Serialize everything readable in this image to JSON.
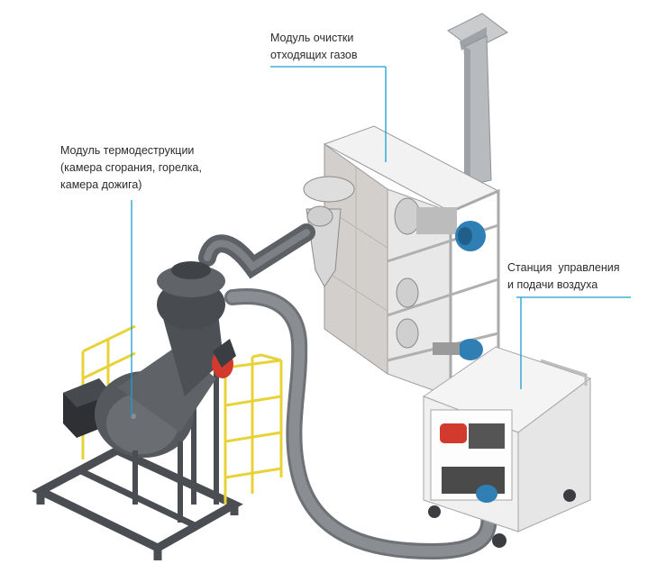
{
  "labels": {
    "thermo": {
      "line1": "Модуль термодеструкции",
      "line2": "(камера сгорания, горелка,",
      "line3": "камера дожига)"
    },
    "gas_cleaning": {
      "line1": "Модуль очистки",
      "line2": "отходящих газов"
    },
    "control_station": {
      "line1": "Станция  управления",
      "line2": "и подачи воздуха"
    }
  },
  "colors": {
    "leader_line": "#1a9fd0",
    "frame_steel": "#4a4d52",
    "chamber": "#55585d",
    "railing": "#e8d23a",
    "panel": "#d9d9d9",
    "cabinet": "#eeeeee",
    "duct": "#a9acaf",
    "motor_blue": "#2f7fb5",
    "motor_red": "#d33a2e"
  },
  "icons": {
    "burner": "burner-icon",
    "fan_motor": "motor-icon"
  }
}
